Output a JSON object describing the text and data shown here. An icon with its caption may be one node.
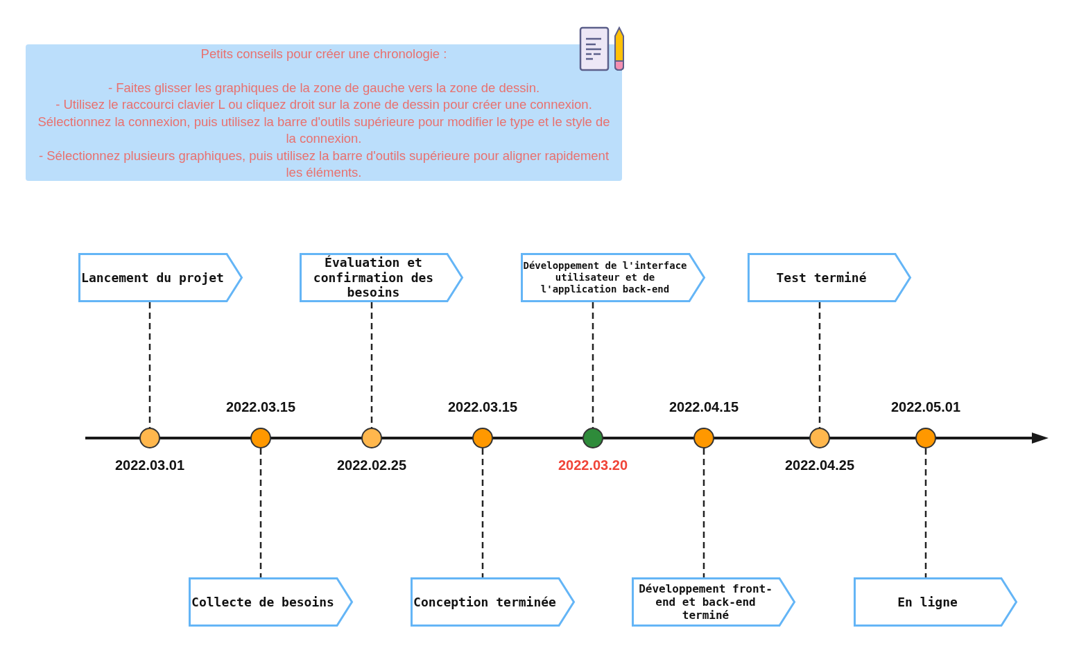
{
  "diagram": {
    "nodes": [
      {
        "text": [
          "Petits conseils pour créer une chronologie :",
          "- Faites glisser les graphiques de la zone de gauche vers la zone de dessin.",
          "- Utilisez le raccourci clavier L ou cliquez droit sur la zone de dessin pour créer une connexion. Sélectionnez la connexion, puis utilisez la barre d'outils supérieure pour modifier le type et le style de la connexion.",
          "- Sélectionnez plusieurs graphiques, puis utilisez la barre d'outils supérieure pour aligner rapidement les éléments."
        ]
      },
      {
        "text": [
          "Lancement du projet"
        ]
      },
      {
        "text": [
          "Évaluation et confirmation des besoins"
        ]
      },
      {
        "text": [
          "Développement de l'interface utilisateur et de l'application back-end"
        ]
      },
      {
        "text": [
          "Test terminé"
        ]
      },
      {
        "text": [],
        "shape": "circle",
        "beside": [
          "2022.03.01"
        ]
      },
      {
        "text": [],
        "shape": "circle",
        "beside": [
          "2022.03.15"
        ]
      },
      {
        "text": [],
        "shape": "circle",
        "beside": [
          "2022.02.25"
        ]
      },
      {
        "text": [],
        "shape": "circle",
        "beside": [
          "2022.03.15"
        ]
      },
      {
        "text": [],
        "shape": "circle",
        "beside": [
          "2022.03.20"
        ]
      },
      {
        "text": [],
        "shape": "circle",
        "beside": [
          "2022.04.15"
        ]
      },
      {
        "text": [],
        "shape": "circle",
        "beside": [
          "2022.04.25"
        ]
      },
      {
        "text": [],
        "shape": "circle",
        "beside": [
          "2022.05.01"
        ]
      },
      {
        "text": [
          "Collecte de besoins"
        ]
      },
      {
        "text": [
          "Conception terminée"
        ]
      },
      {
        "text": [
          "Développement front-end et back-end terminé"
        ]
      },
      {
        "text": [
          "En ligne"
        ]
      }
    ],
    "edges": [
      {
        "from": 1,
        "to": 5,
        "arrow": "none",
        "style": "dashed"
      },
      {
        "from": 2,
        "to": 7,
        "arrow": "none",
        "style": "dashed"
      },
      {
        "from": 3,
        "to": 9,
        "arrow": "none",
        "style": "dashed"
      },
      {
        "from": 4,
        "to": 11,
        "arrow": "none",
        "style": "dashed"
      },
      {
        "from": 6,
        "to": 13,
        "arrow": "none",
        "style": "dashed"
      },
      {
        "from": 8,
        "to": 14,
        "arrow": "none",
        "style": "dashed"
      },
      {
        "from": 10,
        "to": 15,
        "arrow": "none",
        "style": "dashed"
      },
      {
        "from": 12,
        "to": 16,
        "arrow": "none",
        "style": "dashed"
      }
    ]
  }
}
